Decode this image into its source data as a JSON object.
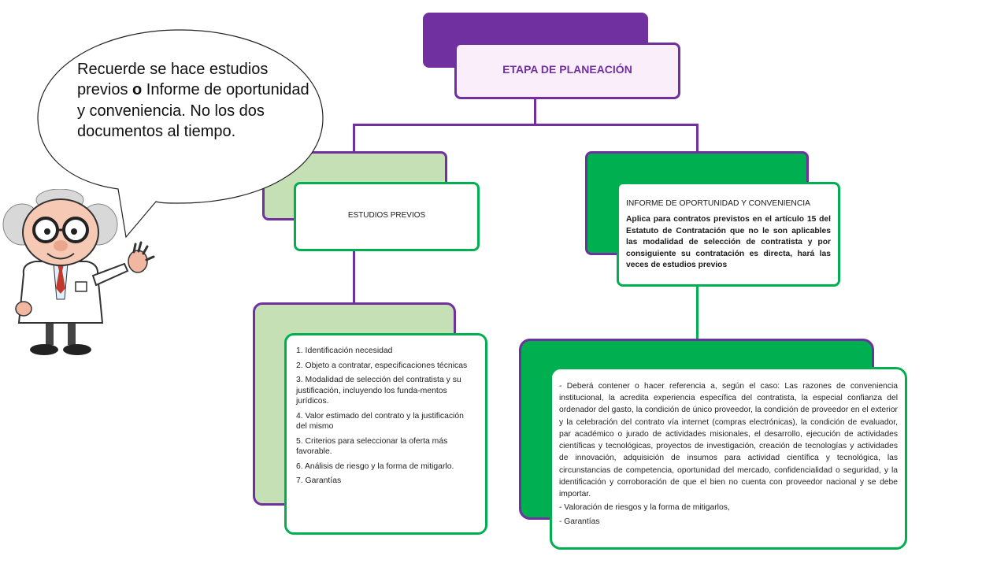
{
  "top_node": {
    "label": "ETAPA DE PLANEACIÓN"
  },
  "left_branch": {
    "title": "ESTUDIOS PREVIOS",
    "items": [
      "1. Identificación necesidad",
      "2. Objeto a contratar,  especificaciones técnicas",
      "3. Modalidad de selección del contratista y su justificación, incluyendo los funda-mentos jurídicos.",
      "4. Valor estimado del contrato y la justificación del mismo",
      "5. Criterios para seleccionar la oferta más favorable.",
      "6. Análisis de riesgo y la forma de mitigarlo.",
      "7. Garantías"
    ]
  },
  "right_branch": {
    "title": "INFORME DE OPORTUNIDAD Y CONVENIENCIA",
    "description": "Aplica para contratos previstos en el artículo 15 del Estatuto de Contratación que no le son aplicables las modalidad de selección de contratista y por consiguiente su contratación es directa, hará las veces de estudios previos",
    "details": [
      "- Deberá contener o hacer referencia a, según el caso: Las razones de conveniencia institucional, la acredita experiencia específica del contratista, la especial confianza del ordenador del gasto, la condición de único proveedor, la condición de proveedor en el exterior y la celebración del contrato vía internet (compras electrónicas), la condición de evaluador, par académico o jurado de actividades misionales, el desarrollo, ejecución de actividades científicas y tecnológicas, proyectos de investigación, creación de tecnologías y actividades de innovación, adquisición de insumos para actividad científica y tecnológica, las circunstancias de competencia, oportunidad del mercado, confidencialidad o seguridad,  y la identificación y corroboración de que el bien no cuenta con proveedor nacional y se debe importar.",
      "- Valoración de riesgos y la forma de mitigarlos,",
      "- Garantías"
    ]
  },
  "speech_bubble": {
    "text_before": "Recuerde se hace estudios previos ",
    "text_bold": "o",
    "text_after": " Informe de oportunidad y conveniencia. No los dos documentos al tiempo."
  },
  "colors": {
    "purple": "#7030a0",
    "green": "#00b050",
    "light_green": "#c5e0b4",
    "light_pink": "#fbeefb"
  },
  "icons": [
    "professor-character-icon"
  ]
}
